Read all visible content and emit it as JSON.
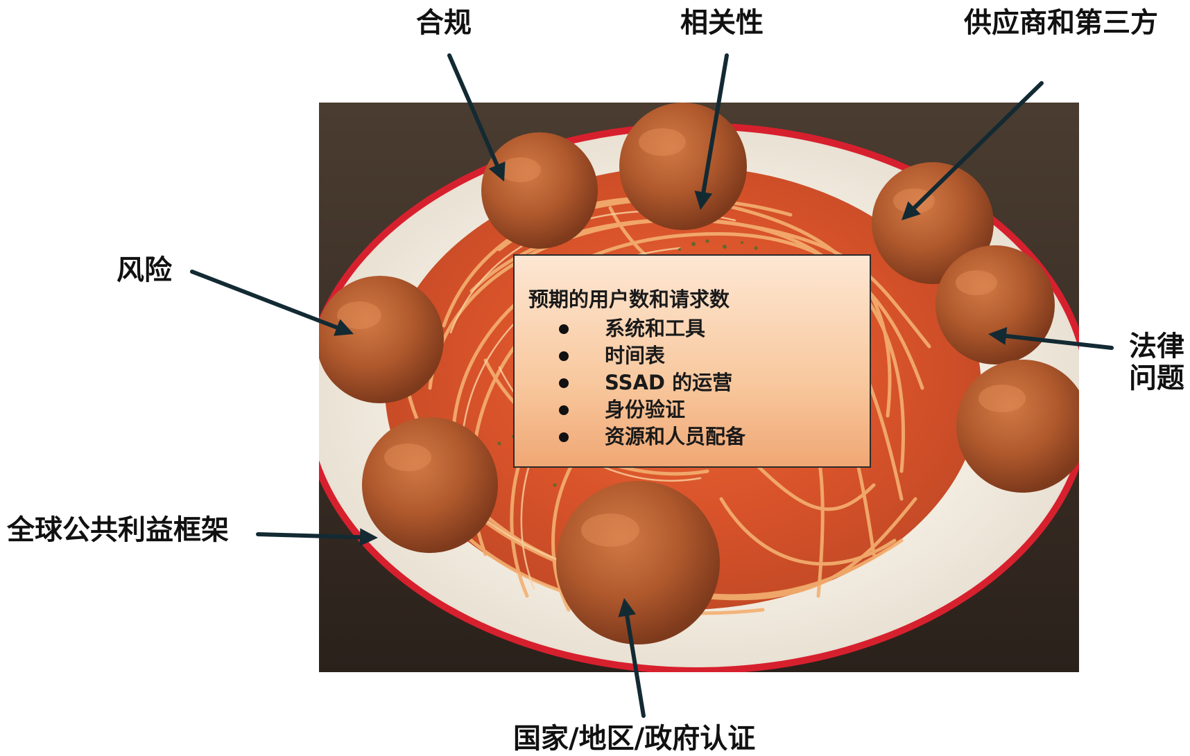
{
  "labels": {
    "compliance": "合规",
    "relevance": "相关性",
    "suppliers": "供应商和第三方",
    "risk": "风险",
    "legal_line1": "法律",
    "legal_line2": "问题",
    "framework": "全球公共利益框架",
    "certification": "国家/地区/政府认证"
  },
  "info_box": {
    "title": "预期的用户数和请求数",
    "items": [
      {
        "label": "系统和工具"
      },
      {
        "label": "时间表"
      },
      {
        "label": "SSAD 的运营"
      },
      {
        "label": "身份验证"
      },
      {
        "label": "资源和人员配备"
      }
    ]
  },
  "colors": {
    "arrow": "#132a33",
    "plate_rim": "#d7202e",
    "sauce": "#e0502a",
    "meatball": "#b5562b",
    "pasta": "#f2a35f",
    "table": "#4a3a2c"
  }
}
